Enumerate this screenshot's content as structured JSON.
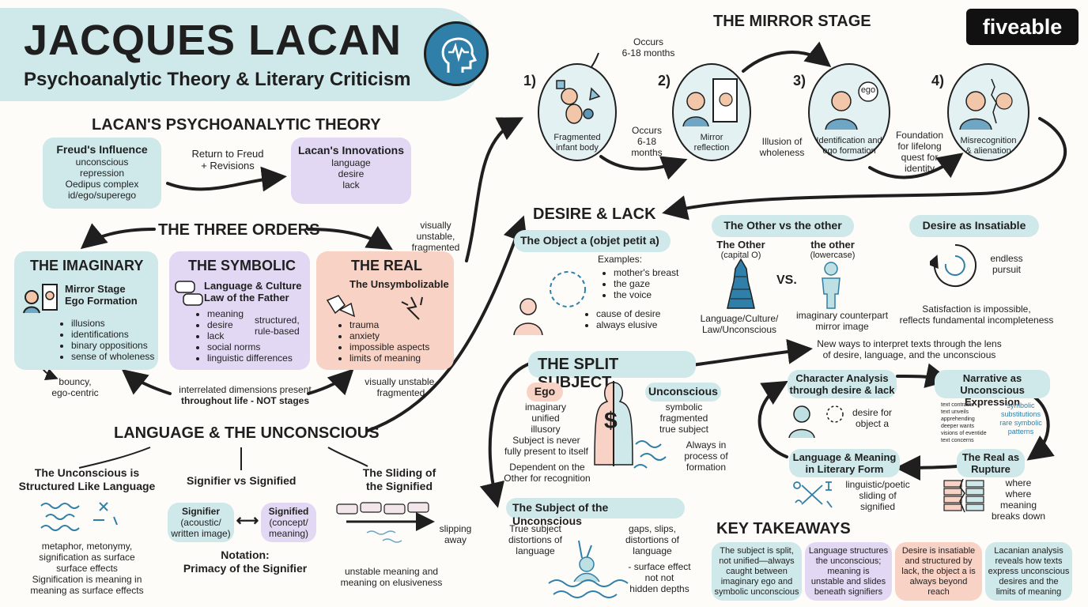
{
  "header": {
    "title": "JACQUES LACAN",
    "subtitle": "Psychoanalytic Theory & Literary Criticism",
    "logo": "fiveable",
    "head_icon": "head-brain-icon"
  },
  "colors": {
    "teal": "#cfe8ea",
    "lavender": "#e2d8f3",
    "peach": "#f8d2c4",
    "ink": "#1f1f1f",
    "accent_blue": "#2f7fa8"
  },
  "theory": {
    "heading": "LACAN'S PSYCHOANALYTIC THEORY",
    "freud": {
      "title": "Freud's Influence",
      "items": [
        "unconscious",
        "repression",
        "Oedipus complex",
        "id/ego/superego"
      ]
    },
    "arrow_label": [
      "Return to Freud",
      "+ Revisions"
    ],
    "innovations": {
      "title": "Lacan's Innovations",
      "items": [
        "language",
        "desire",
        "lack"
      ]
    }
  },
  "orders": {
    "heading": "THE THREE ORDERS",
    "imaginary": {
      "title": "THE IMAGINARY",
      "subtitle": [
        "Mirror Stage",
        "Ego Formation"
      ],
      "items": [
        "illusions",
        "identifications",
        "binary oppositions",
        "sense of wholeness"
      ]
    },
    "symbolic": {
      "title": "THE SYMBOLIC",
      "subtitle": [
        "Language & Culture",
        "Law of the Father"
      ],
      "items": [
        "meaning",
        "desire",
        "lack",
        "social norms",
        "linguistic differences"
      ],
      "side": [
        "structured,",
        "rule-based"
      ]
    },
    "real": {
      "title": "THE REAL",
      "subtitle": "The Unsymbolizable",
      "items": [
        "trauma",
        "anxiety",
        "impossible aspects",
        "limits of meaning"
      ]
    },
    "note_bouncy": [
      "bouncy,",
      "ego-centric"
    ],
    "note_unstable_top": [
      "visually",
      "unstable,",
      "fragmented"
    ],
    "note_unstable_bottom": [
      "visually unstable,",
      "fragmented"
    ],
    "note_center": [
      "interrelated dimensions present",
      "throughout life - NOT stages"
    ]
  },
  "language": {
    "heading": "LANGUAGE & THE UNCONSCIOUS",
    "structured": {
      "title": [
        "The Unconscious is",
        "Structured Like Language"
      ],
      "caption": [
        "metaphor, metonymy,",
        "signification as surface",
        "surface effects",
        "Signification is meaning in",
        "meaning as surface effects"
      ]
    },
    "signifier": {
      "title": "Signifier vs Signified",
      "signifier": [
        "Signifier",
        "(acoustic/",
        "written image)"
      ],
      "signified": [
        "Signified",
        "(concept/",
        "meaning)"
      ],
      "notation": [
        "Notation:",
        "Primacy of the Signifier"
      ]
    },
    "sliding": {
      "title": [
        "The Sliding of",
        "the Signified"
      ],
      "arrow": [
        "slipping",
        "away"
      ],
      "caption": [
        "unstable meaning and",
        "meaning on elusiveness"
      ]
    }
  },
  "mirror": {
    "heading": "THE MIRROR STAGE",
    "occurs_top": [
      "Occurs",
      "6-18 months"
    ],
    "steps": [
      {
        "num": "1)",
        "caption": [
          "Fragmented",
          "infant body"
        ]
      },
      {
        "num": "2)",
        "caption": [
          "Mirror",
          "reflection"
        ]
      },
      {
        "num": "3)",
        "caption": [
          "Identification and",
          "ego formation"
        ],
        "bubble": "ego"
      },
      {
        "num": "4)",
        "caption": [
          "Misrecognition",
          "& alienation"
        ]
      }
    ],
    "between": [
      [
        "Occurs",
        "6-18",
        "months"
      ],
      [
        "Illusion of",
        "wholeness"
      ],
      [
        "Foundation",
        "for lifelong",
        "quest for",
        "identity"
      ]
    ]
  },
  "desire": {
    "heading": "DESIRE & LACK",
    "objet": {
      "title": "The Object a (objet petit a)",
      "examples_label": "Examples:",
      "examples": [
        "mother's breast",
        "the gaze",
        "the voice"
      ],
      "more": [
        "cause of desire",
        "always elusive"
      ]
    },
    "other": {
      "title": "The Other vs the other",
      "big": [
        "The Other",
        "(capital O)"
      ],
      "vs": "VS.",
      "small": [
        "the other",
        "(lowercase)"
      ],
      "big_caption": [
        "Language/Culture/",
        "Law/Unconscious"
      ],
      "small_caption": [
        "imaginary counterpart",
        "mirror image"
      ]
    },
    "insatiable": {
      "title": "Desire as Insatiable",
      "label": [
        "endless",
        "pursuit"
      ],
      "caption": [
        "Satisfaction is impossible,",
        "reflects fundamental incompleteness"
      ]
    }
  },
  "split": {
    "heading": "THE SPLIT SUBJECT",
    "ego": {
      "title": "Ego",
      "items": [
        "imaginary",
        "unified",
        "illusory"
      ]
    },
    "unconscious": {
      "title": "Unconscious",
      "items": [
        "symbolic",
        "fragmented",
        "true subject"
      ]
    },
    "symbol": "$",
    "note_left": [
      "Subject is never",
      "fully present to itself"
    ],
    "note_dependent": [
      "Dependent on the",
      "Other for recognition"
    ],
    "note_right": [
      "Always in",
      "process of",
      "formation"
    ],
    "subject_unconscious": {
      "title": "The Subject of the Unconscious",
      "left": [
        "True subject",
        "distortions of",
        "language"
      ],
      "right": [
        "gaps, slips,",
        "distortions of",
        "language"
      ],
      "bottom": [
        "- surface effect",
        "not not",
        "hidden depths"
      ]
    }
  },
  "literary": {
    "intro": [
      "New ways to interpret texts through the lens",
      "of desire, language, and the unconscious"
    ],
    "character": {
      "title": [
        "Character Analysis",
        "through desire & lack"
      ],
      "note": [
        "desire for",
        "object a"
      ]
    },
    "narrative": {
      "title": [
        "Narrative as",
        "Unconscious Expression"
      ],
      "small_text": [
        "text contrasts",
        "text unveils",
        "apprehending",
        "deeper wants",
        "visions of eventide",
        "text concerns"
      ],
      "blue_text": [
        "symbolic",
        "substitutions",
        "rare symbolic",
        "patterns"
      ]
    },
    "meaning": {
      "title": [
        "Language & Meaning",
        "in Literary Form"
      ],
      "note": [
        "linguistic/poetic",
        "sliding of",
        "signified"
      ]
    },
    "real": {
      "title": [
        "The Real as",
        "Rupture"
      ],
      "note": [
        "where",
        "where",
        "meaning",
        "breaks down"
      ]
    }
  },
  "takeaways": {
    "heading": "KEY TAKEAWAYS",
    "cards": [
      [
        "The subject is split,",
        "not unified—always",
        "caught between",
        "imaginary ego and",
        "symbolic unconscious"
      ],
      [
        "Language structures",
        "the unconscious;",
        "meaning is",
        "unstable and slides",
        "beneath signifiers"
      ],
      [
        "Desire is insatiable",
        "and structured by",
        "lack, the object a is",
        "always beyond",
        "reach"
      ],
      [
        "Lacanian analysis",
        "reveals how texts",
        "express unconscious",
        "desires and the",
        "limits of meaning"
      ]
    ]
  }
}
